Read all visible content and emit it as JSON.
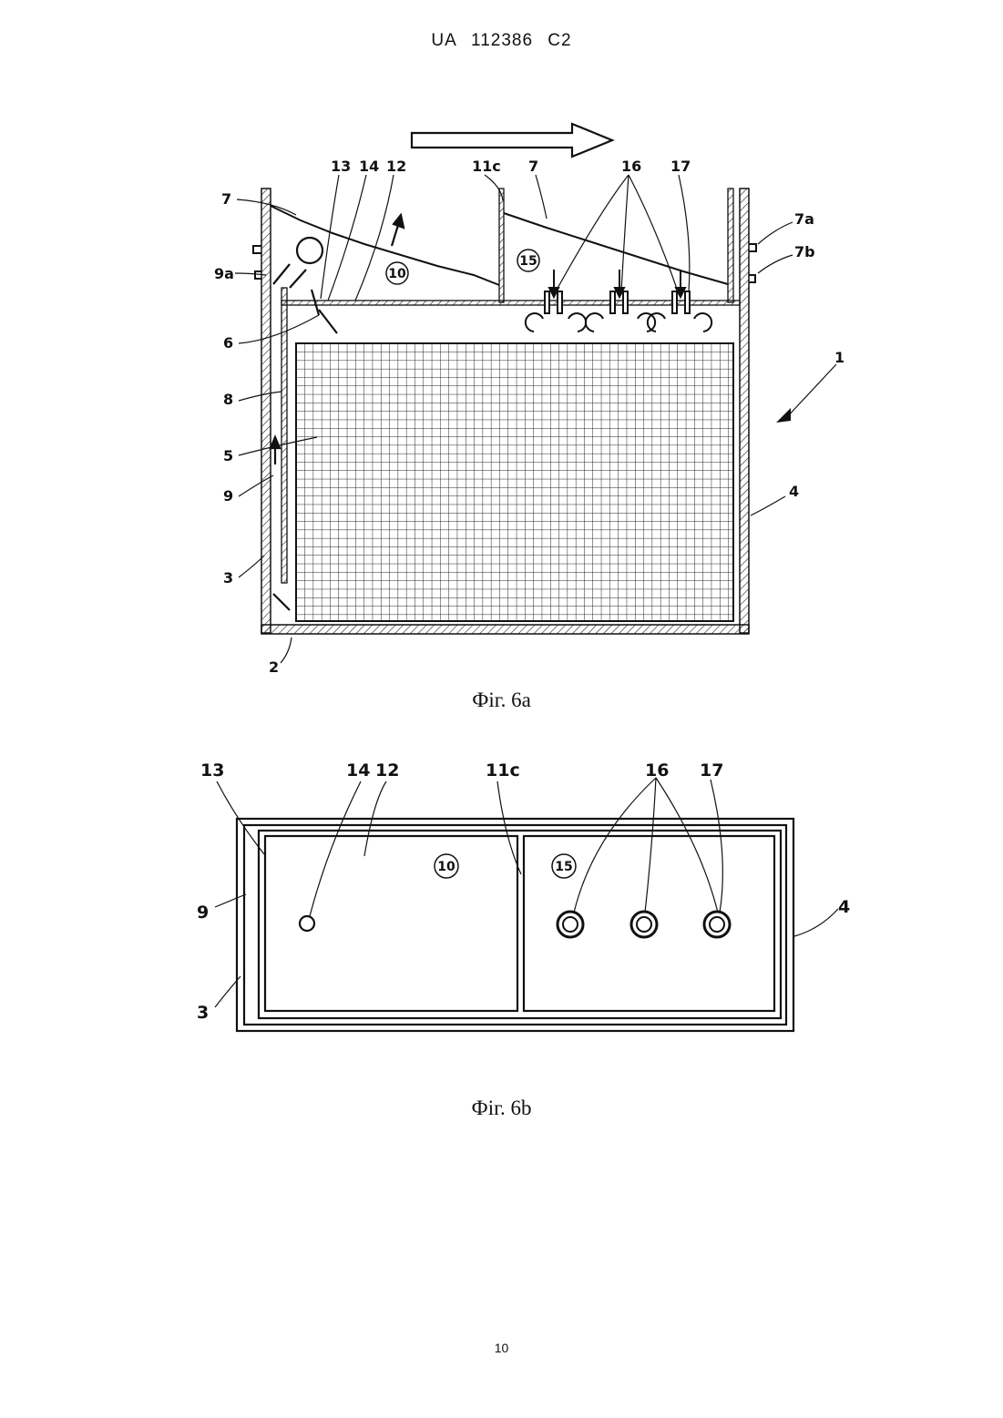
{
  "header": "UA   112386   C2",
  "figures": [
    {
      "caption": "Фіг. 6a",
      "labels": [
        "13",
        "14",
        "12",
        "11c",
        "7",
        "16",
        "17",
        "7",
        "7a",
        "7b",
        "9a",
        "6",
        "8",
        "5",
        "9",
        "3",
        "2",
        "1",
        "4"
      ],
      "zones": [
        "10",
        "15"
      ]
    },
    {
      "caption": "Фіг. 6b",
      "labels": [
        "13",
        "14",
        "12",
        "11c",
        "16",
        "17",
        "9",
        "3",
        "4"
      ],
      "zones": [
        "10",
        "15"
      ]
    }
  ],
  "page_number": "10"
}
